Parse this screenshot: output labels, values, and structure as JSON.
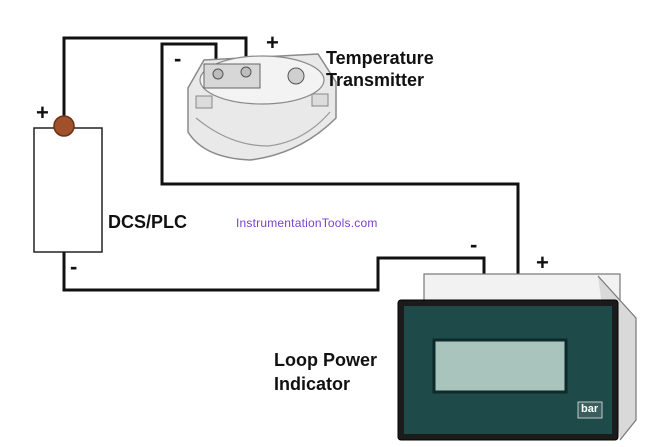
{
  "labels": {
    "transmitter": [
      "Temperature",
      "Transmitter"
    ],
    "dcs": "DCS/PLC",
    "indicator": [
      "Loop Power",
      "Indicator"
    ],
    "watermark": "InstrumentationTools.com",
    "meter_brand": "bar"
  },
  "signs": {
    "transmitter_neg": "-",
    "transmitter_pos": "+",
    "dcs_pos": "+",
    "dcs_neg": "-",
    "indicator_neg": "-",
    "indicator_pos": "+"
  },
  "colors": {
    "wire": "#111111",
    "terminal_dot": "#a0502a",
    "watermark": "#7a3fd0",
    "meter_panel": "#1f4a4a",
    "meter_display": "#a9c3bd"
  }
}
